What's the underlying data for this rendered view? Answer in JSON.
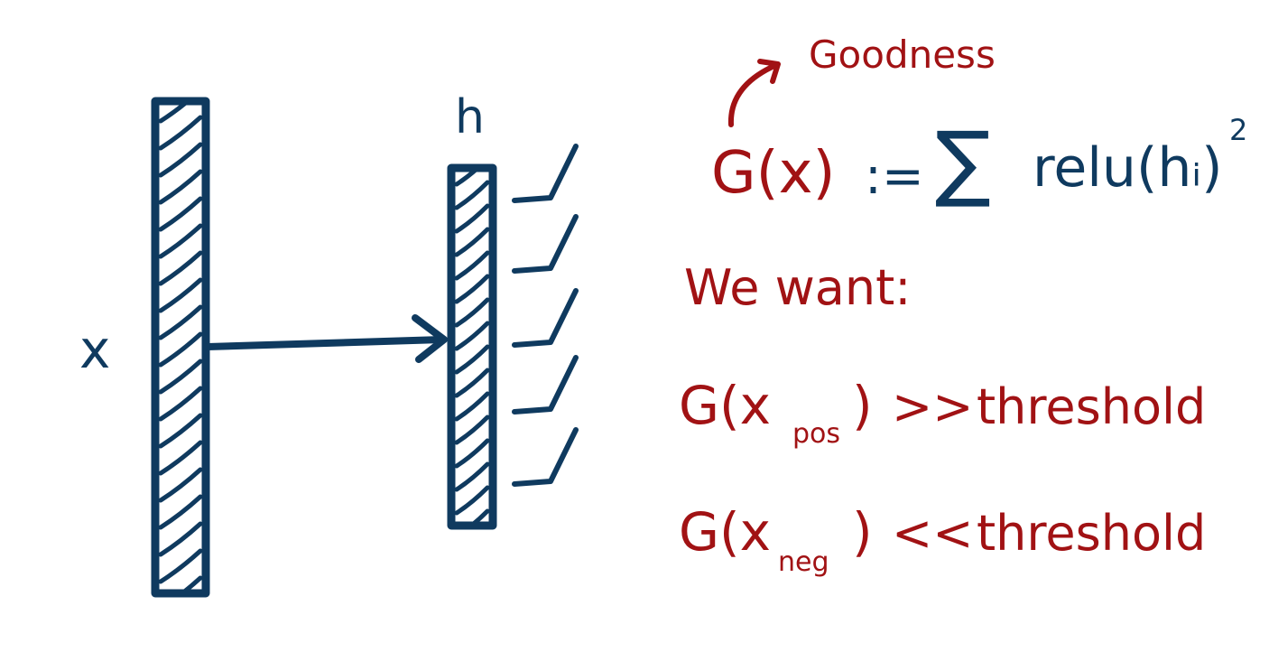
{
  "colors": {
    "ink": "#0f3a5f",
    "accent": "#a11214",
    "background": "#ffffff"
  },
  "input_layer": {
    "label": "x"
  },
  "hidden_layer": {
    "label": "h"
  },
  "goodness_note": "Goodness",
  "formula": {
    "lhs": "G(x)",
    "assign": ":=",
    "sum_symbol": "∑",
    "rhs": "relu(hᵢ)",
    "exponent": "2"
  },
  "want_heading": "We want:",
  "conditions": [
    {
      "lhs": "G(x",
      "subscript": "pos",
      "close": ")",
      "relation": ">>",
      "rhs": "threshold"
    },
    {
      "lhs": "G(x",
      "subscript": "neg",
      "close": ")",
      "relation": "<<",
      "rhs": "threshold"
    }
  ]
}
